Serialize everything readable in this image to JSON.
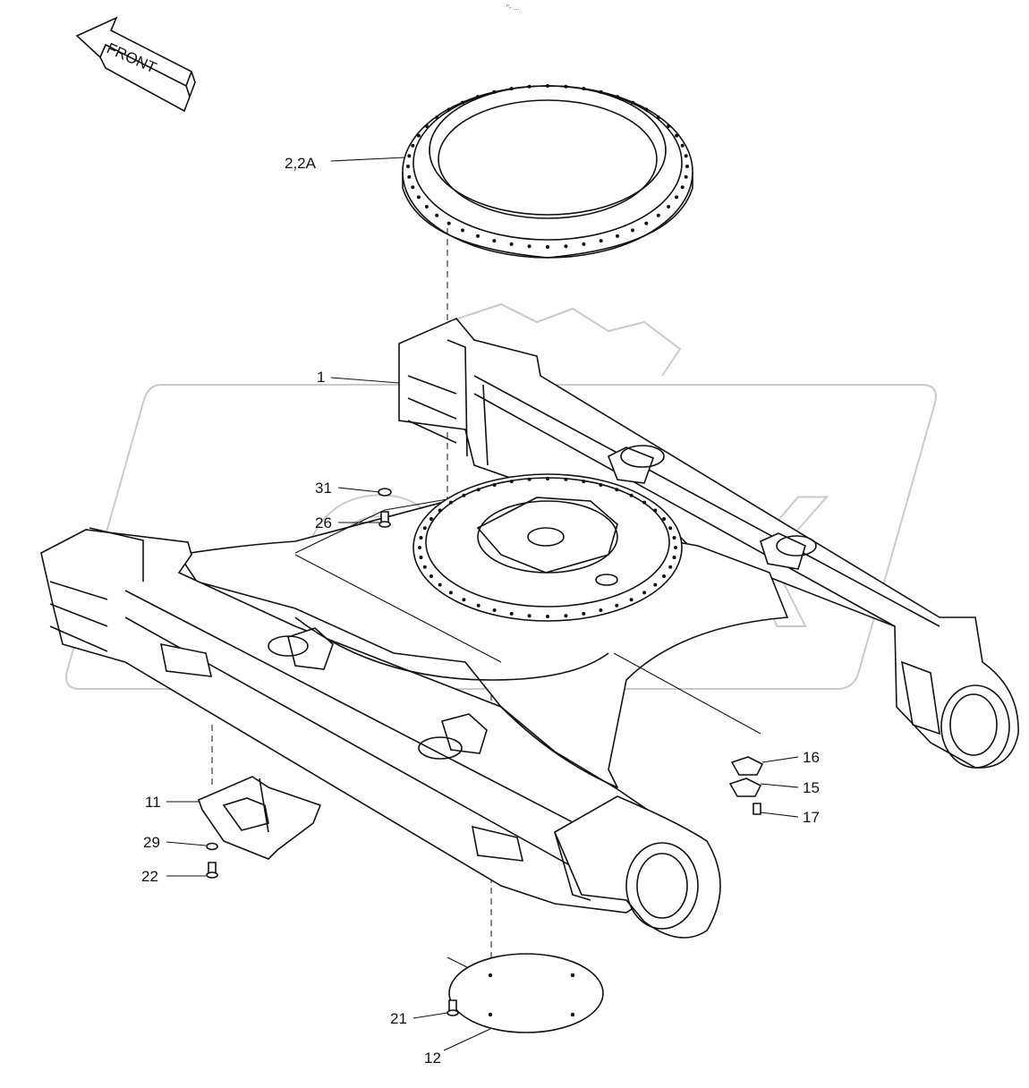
{
  "front_arrow": {
    "text": "FRONT"
  },
  "top_mark": {
    "text": "\"- ..."
  },
  "watermark": {
    "text": "OPEX"
  },
  "callouts": [
    {
      "id": "ring",
      "text": "2,2A"
    },
    {
      "id": "frame",
      "text": "1"
    },
    {
      "id": "washer-31",
      "text": "31"
    },
    {
      "id": "bolt-26",
      "text": "26"
    },
    {
      "id": "plate-16",
      "text": "16"
    },
    {
      "id": "plate-15",
      "text": "15"
    },
    {
      "id": "bolt-17",
      "text": "17"
    },
    {
      "id": "guide-11",
      "text": "11"
    },
    {
      "id": "washer-29",
      "text": "29"
    },
    {
      "id": "bolt-22",
      "text": "22"
    },
    {
      "id": "bolt-21",
      "text": "21"
    },
    {
      "id": "cover-12",
      "text": "12"
    }
  ],
  "colors": {
    "line": "#111111",
    "watermark": "#c9c9c9",
    "background": "#ffffff"
  }
}
